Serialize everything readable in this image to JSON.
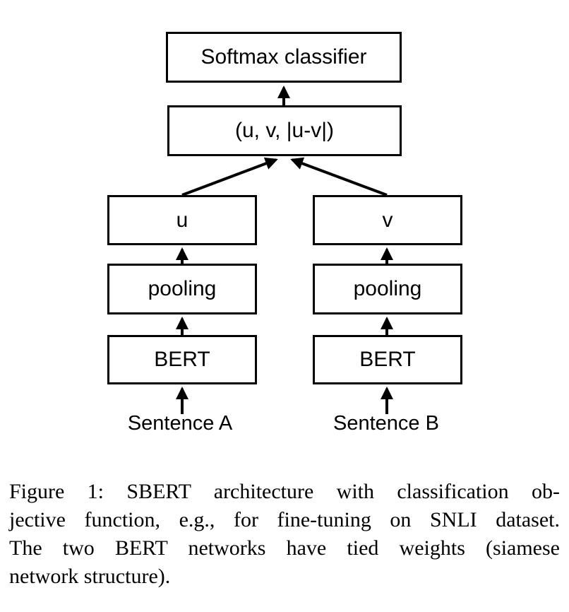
{
  "diagram": {
    "boxes": {
      "softmax": "Softmax classifier",
      "concat": "(u, v, |u-v|)",
      "u": "u",
      "v": "v",
      "pooling_a": "pooling",
      "pooling_b": "pooling",
      "bert_a": "BERT",
      "bert_b": "BERT"
    },
    "inputs": {
      "sentence_a": "Sentence A",
      "sentence_b": "Sentence B"
    },
    "colors": {
      "box_border": "#000000",
      "arrow": "#000000",
      "background": "#ffffff",
      "text": "#000000"
    }
  },
  "caption": {
    "lines": [
      "Figure 1: SBERT architecture with classification ob-",
      "jective function, e.g., for fine-tuning on SNLI dataset.",
      "The two BERT networks have tied weights (siamese",
      "network structure)."
    ]
  }
}
